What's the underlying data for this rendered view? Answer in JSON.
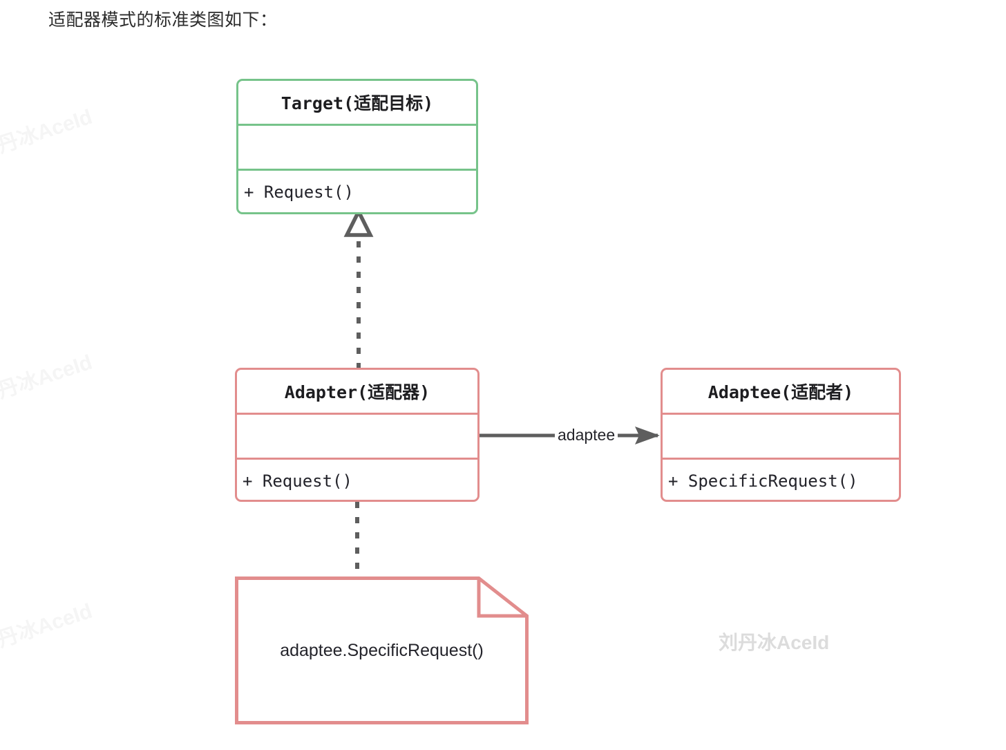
{
  "caption": "适配器模式的标准类图如下：",
  "diagram": {
    "type": "uml-class-diagram",
    "classes": [
      {
        "id": "target",
        "name": "Target(适配目标)",
        "accent": "#76c38a",
        "attributes": [],
        "methods": [
          "+ Request()"
        ]
      },
      {
        "id": "adapter",
        "name": "Adapter(适配器)",
        "accent": "#e28d8d",
        "attributes": [],
        "methods": [
          "+ Request()"
        ]
      },
      {
        "id": "adaptee",
        "name": "Adaptee(适配者)",
        "accent": "#e28d8d",
        "attributes": [],
        "methods": [
          "+ SpecificRequest()"
        ]
      }
    ],
    "note": {
      "id": "note-adapter-body",
      "text": "adaptee.SpecificRequest()",
      "accent": "#e28d8d"
    },
    "relations": [
      {
        "id": "realization-adapter-target",
        "from": "adapter",
        "to": "target",
        "kind": "realization",
        "line": "dashed",
        "arrowhead": "hollow-triangle",
        "label": ""
      },
      {
        "id": "association-adapter-adaptee",
        "from": "adapter",
        "to": "adaptee",
        "kind": "association",
        "line": "solid",
        "arrowhead": "open-arrow",
        "label": "adaptee"
      },
      {
        "id": "note-link-adapter",
        "from": "adapter",
        "to": "note-adapter-body",
        "kind": "note-anchor",
        "line": "dashed",
        "arrowhead": "none",
        "label": ""
      }
    ]
  },
  "watermarks": {
    "main": "刘丹冰AceId",
    "edge": "刘丹冰AceId",
    "edge_repeats": 3
  },
  "colors": {
    "green_accent": "#76c38a",
    "red_accent": "#e28d8d",
    "line": "#5e5e5e",
    "text": "#23232a",
    "background": "#ffffff"
  }
}
